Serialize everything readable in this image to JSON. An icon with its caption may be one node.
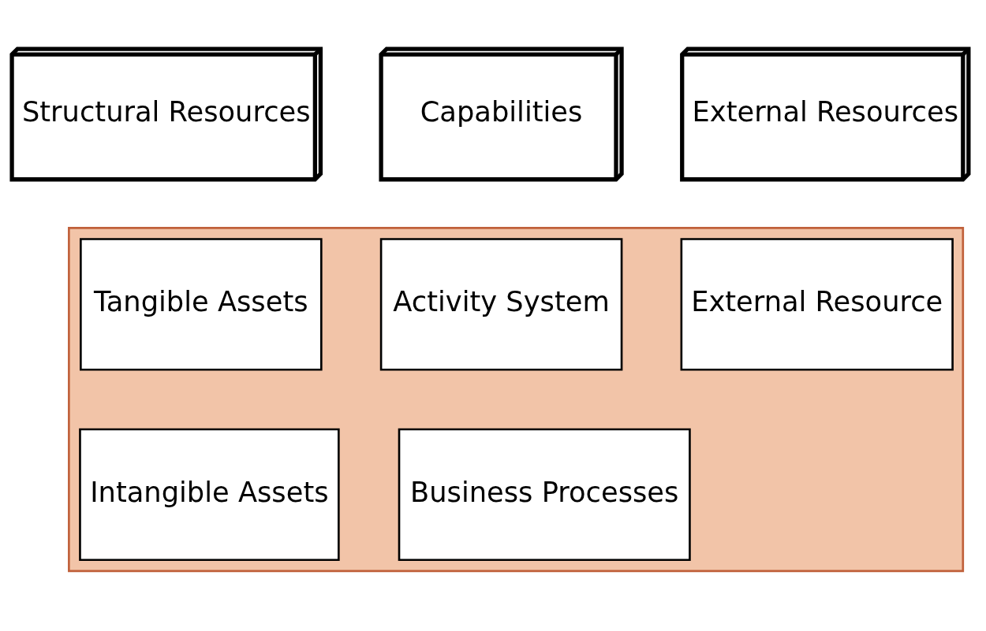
{
  "diagram": {
    "nodes": [
      {
        "text": [
          "Structural Resources"
        ]
      },
      {
        "text": [
          "Capabilities"
        ]
      },
      {
        "text": [
          "External Resources"
        ]
      },
      {
        "text": [],
        "shape": "box"
      },
      {
        "text": [
          "Tangible Assets"
        ],
        "in": 3
      },
      {
        "text": [
          "Activity System"
        ],
        "in": 3
      },
      {
        "text": [
          "External Resource"
        ],
        "in": 3
      },
      {
        "text": [
          "Intangible Assets"
        ],
        "in": 3
      },
      {
        "text": [
          "Business Processes"
        ],
        "in": 3
      }
    ],
    "edges": []
  }
}
